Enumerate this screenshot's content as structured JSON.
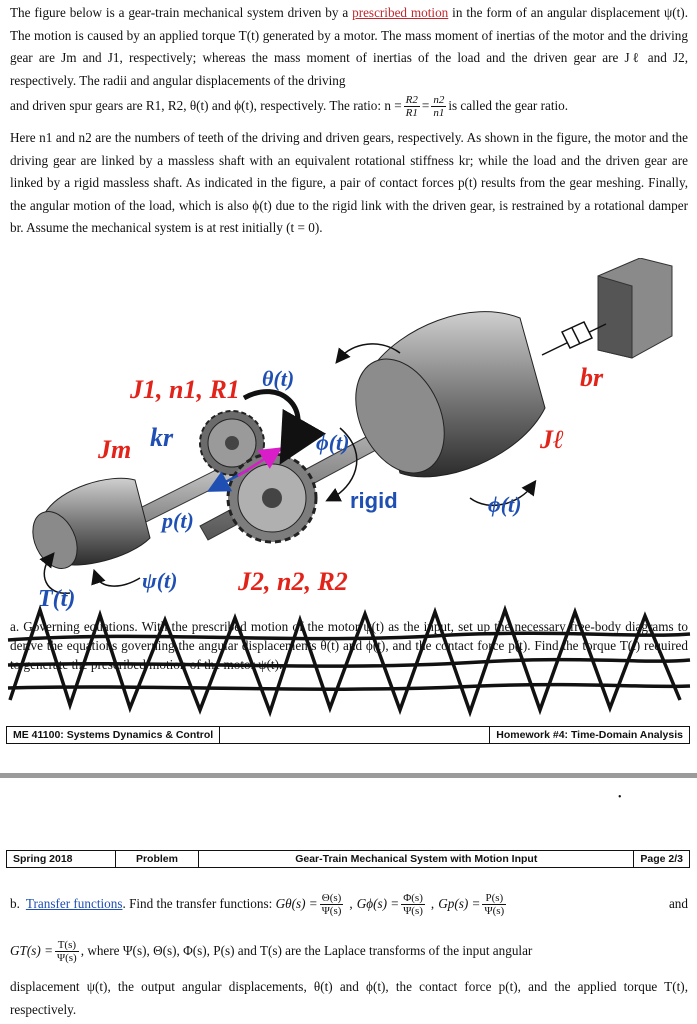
{
  "intro": {
    "p1a": "The figure below is a gear-train mechanical system driven by a ",
    "p1_link": "prescribed motion",
    "p1b": " in the form of an angular displacement ψ(t). The motion is caused by an applied torque T(t) generated by a motor. The mass moment of inertias of the motor and the driving gear are J",
    "p1c": "m and J1, respectively; whereas the mass moment of inertias of the load and the driven gear are Jℓ and J2, respectively. The radii and angular displacements of the driving",
    "p2a": "and driven spur gears are R1, R2, θ(t) and ϕ(t), respectively. The ratio: n =",
    "p2_frac1_num": "R2",
    "p2_frac1_den": "R1",
    "p2_eq": "=",
    "p2_frac2_num": "n2",
    "p2_frac2_den": "n1",
    "p2b": " is called the gear ratio.",
    "p3": "Here n1 and n2 are the numbers of teeth of the driving and driven gears, respectively. As shown in the figure, the motor and the driving gear are linked by a massless shaft with an equivalent rotational stiffness kr; while the load and the driven gear are linked by a rigid massless shaft. As indicated in the figure, a pair of contact forces p(t) results from the gear meshing. Finally, the angular motion of the load, which is also ϕ(t) due to the rigid link with the driven gear, is restrained by a rotational damper br. Assume the mechanical system is at rest initially (t = 0)."
  },
  "figure_labels": {
    "j1n1r1": "J1, n1, R1",
    "theta": "θ(t)",
    "jm": "Jm",
    "kr": "kr",
    "phi1": "ϕ(t)",
    "jl": "Jℓ",
    "br": "br",
    "p": "p(t)",
    "rigid": "rigid",
    "phi2": "ϕ(t)",
    "psi": "ψ(t)",
    "t": "T(t)",
    "j2n2r2": "J2, n2, R2"
  },
  "scribbled": {
    "part_a": "a. Governing equations. With the prescribed motion of the motor ψ(t) as the input, set up the necessary free-body diagrams to derive the equations governing the angular displacements θ(t) and ϕ(t), and the contact force p(t). Find the torque T(t) required to generate the prescribed motion of the motor ψ(t)."
  },
  "footer1": {
    "left": "ME 41100: Systems Dynamics & Control",
    "right": "Homework #4: Time-Domain Analysis"
  },
  "page_dot": "•",
  "header2": {
    "semester": "Spring 2018",
    "problem": "Problem",
    "title": "Gear-Train Mechanical System with Motion Input",
    "page": "Page 2/3"
  },
  "part_b": {
    "label": "b.",
    "link": "Transfer functions",
    "t1": ". Find the transfer functions: ",
    "g_theta": "Gθ(s) =",
    "g_theta_num": "Θ(s)",
    "g_theta_den": "Ψ(s)",
    "g_phi": "Gϕ(s) =",
    "g_phi_num": "Φ(s)",
    "g_phi_den": "Ψ(s)",
    "g_p": "Gp(s) =",
    "g_p_num": "P(s)",
    "g_p_den": "Ψ(s)",
    "and": "and",
    "g_t": "GT(s) =",
    "g_t_num": "T(s)",
    "g_t_den": "Ψ(s)",
    "t2": ", where Ψ(s), Θ(s), Φ(s), P(s) and T(s) are the Laplace transforms of the input angular",
    "t3": "displacement ψ(t), the output angular displacements, θ(t) and ϕ(t), the contact force p(t), and the applied torque T(t), respectively."
  }
}
